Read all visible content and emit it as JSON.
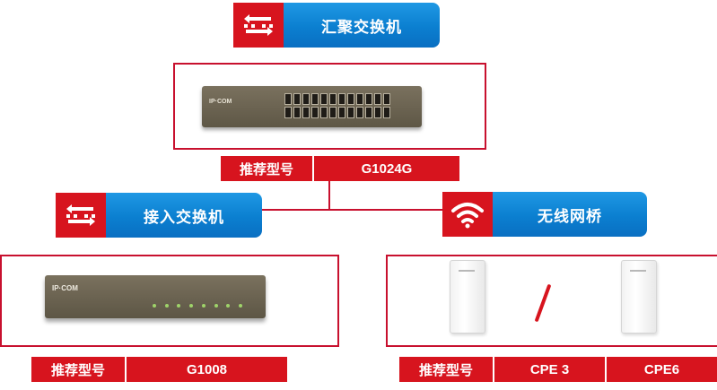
{
  "colors": {
    "red": "#d7141e",
    "blue": "#0b7fd0",
    "white": "#ffffff"
  },
  "aggregation": {
    "title": "汇聚交换机",
    "icon": "exchange-arrows-icon",
    "model_label": "推荐型号",
    "model": "G1024G"
  },
  "access": {
    "title": "接入交换机",
    "icon": "exchange-arrows-icon",
    "model_label": "推荐型号",
    "model": "G1008"
  },
  "wireless": {
    "title": "无线网桥",
    "icon": "wifi-icon",
    "model_label": "推荐型号",
    "models": [
      "CPE 3",
      "CPE6"
    ]
  }
}
